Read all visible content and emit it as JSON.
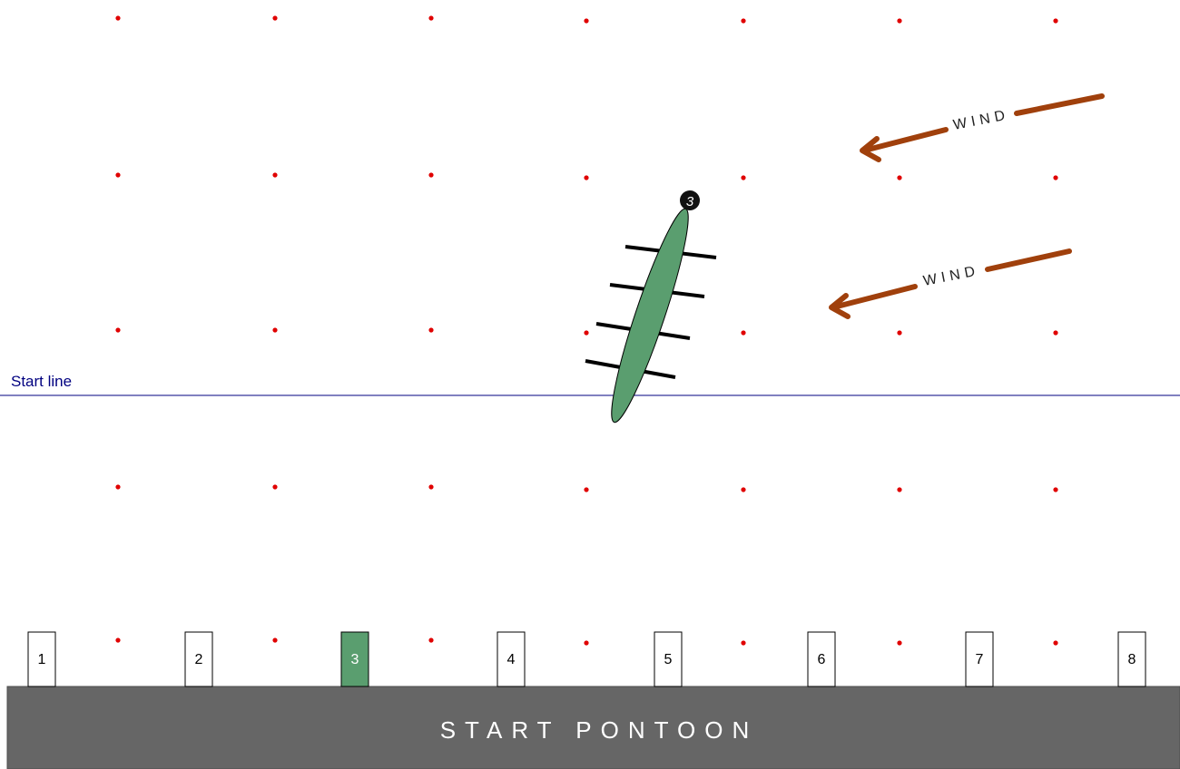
{
  "start_line": {
    "label": "Start line",
    "color": "#000080"
  },
  "pontoon": {
    "label": "START PONTOON",
    "color": "#666666",
    "text_color": "#ffffff"
  },
  "lanes": [
    {
      "number": "1",
      "highlighted": false
    },
    {
      "number": "2",
      "highlighted": false
    },
    {
      "number": "3",
      "highlighted": true
    },
    {
      "number": "4",
      "highlighted": false
    },
    {
      "number": "5",
      "highlighted": false
    },
    {
      "number": "6",
      "highlighted": false
    },
    {
      "number": "7",
      "highlighted": false
    },
    {
      "number": "8",
      "highlighted": false
    }
  ],
  "boat": {
    "number": "3",
    "hull_color": "#5a9e6f",
    "badge_color": "#111111"
  },
  "wind_arrows": [
    {
      "label": "WIND",
      "color": "#a0400c"
    },
    {
      "label": "WIND",
      "color": "#a0400c"
    }
  ],
  "buoy_color": "#e00000",
  "highlight_color": "#5a9e6f"
}
